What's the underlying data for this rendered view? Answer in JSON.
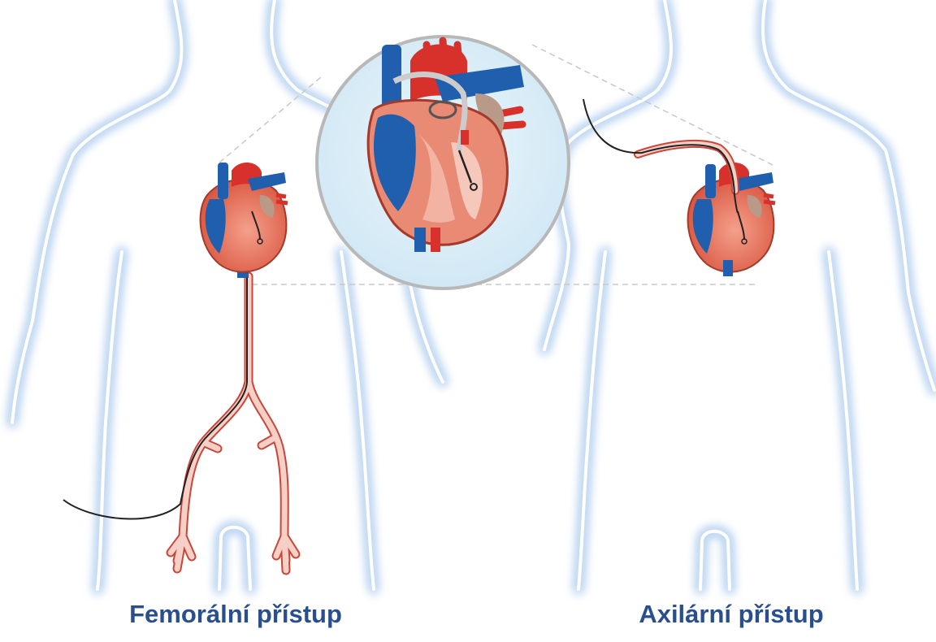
{
  "labels": {
    "femoral": "Femorální přístup",
    "axillary": "Axilární přístup"
  },
  "colors": {
    "body_outline": "#ffffff",
    "body_glow": "#b9d3f0",
    "caption": "#2a4f8f",
    "vessel_fill": "#f6d0c6",
    "vessel_edge": "#c9473a",
    "vein_blue": "#1f5fae",
    "artery_red": "#d8302a",
    "heart_wall": "#e88a74",
    "zoom_bg": "#d9eef8",
    "zoom_ring": "#b8b8b8",
    "wire": "#222222"
  },
  "icons": {
    "left_body": "human-silhouette",
    "right_body": "human-silhouette",
    "heart": "heart-anatomy",
    "zoom": "magnified-heart"
  }
}
